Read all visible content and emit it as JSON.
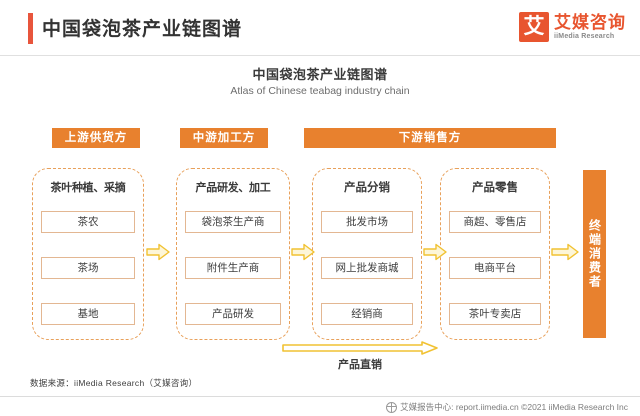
{
  "header": {
    "title": "中国袋泡茶产业链图谱",
    "accent_color": "#e8553c",
    "brand": {
      "mark": "艾",
      "name_cn": "艾媒咨询",
      "name_en": "iiMedia Research",
      "color": "#e8552f"
    }
  },
  "chart_data": {
    "type": "diagram",
    "title": "中国袋泡茶产业链图谱",
    "subtitle": "Atlas of Chinese teabag industry chain",
    "stage_color": "#e8812e",
    "arrow_color": "#f3c233",
    "stages": [
      {
        "label": "上游供货方"
      },
      {
        "label": "中游加工方"
      },
      {
        "label": "下游销售方"
      }
    ],
    "groups": [
      {
        "label": "茶叶种植、采摘",
        "nodes": [
          "茶农",
          "茶场",
          "基地"
        ]
      },
      {
        "label": "产品研发、加工",
        "nodes": [
          "袋泡茶生产商",
          "附件生产商",
          "产品研发"
        ]
      },
      {
        "label": "产品分销",
        "nodes": [
          "批发市场",
          "网上批发商城",
          "经销商"
        ]
      },
      {
        "label": "产品零售",
        "nodes": [
          "商超、零售店",
          "电商平台",
          "茶叶专卖店"
        ]
      }
    ],
    "end_node": "终端消费者",
    "direct_flow_label": "产品直销"
  },
  "footer": {
    "source": "数据来源：iiMedia  Research（艾媒咨询）",
    "report_center": "艾媒报告中心: report.iimedia.cn  ©2021  iiMedia Research Inc"
  }
}
